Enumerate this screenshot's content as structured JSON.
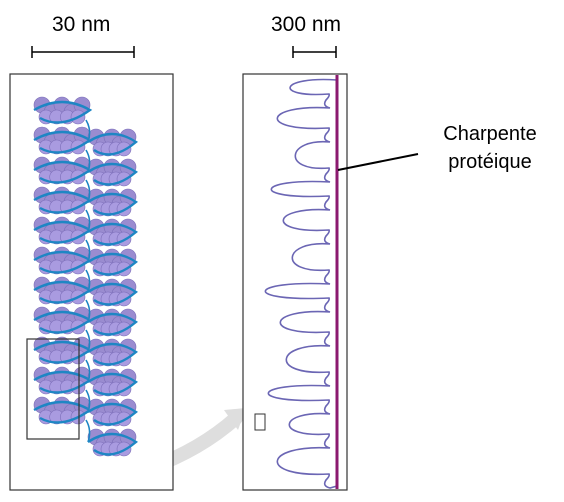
{
  "scale_bars": {
    "left": "30 nm",
    "right": "300 nm"
  },
  "callout": {
    "line1": "Charpente",
    "line2": "protéique"
  },
  "colors": {
    "nucleosome_fill": "#9a8cd0",
    "dna_wrap": "#1e86c4",
    "loop_stroke": "#6b66b4",
    "scaffold": "#8b1a6f",
    "arrow_gray": "#d4d4d4"
  },
  "icons": [
    "chromatin-fiber-30nm",
    "loop-domains-300nm",
    "protein-scaffold"
  ]
}
